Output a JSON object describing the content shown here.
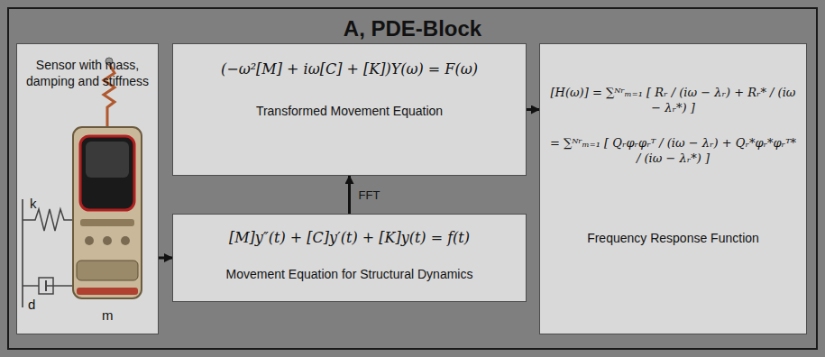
{
  "diagram": {
    "nodes": [
      {
        "text": [
          "A, PDE-Block"
        ]
      },
      {
        "text": [
          "Sensor with mass, damping and stiffness"
        ],
        "in": 0
      },
      {
        "text": [
          "(−ω²[M] + iω[C] + [K])Y(ω) = F(ω)",
          "Transformed Movement Equation"
        ],
        "in": 0
      },
      {
        "text": [
          "[M]y″(t) + [C]y′(t) + [K]y(t) = f(t)",
          "Movement Equation for Structural Dynamics"
        ],
        "in": 0
      },
      {
        "text": [
          "[H(ω)] = ∑ᴺʳₘ₌₁ [ Rᵣ / (iω − λᵣ) + Rᵣ* / (iω − λᵣ*) ]",
          "= ∑ᴺʳₘ₌₁ [ Qᵣφᵣφᵣᵀ / (iω − λᵣ) + Qᵣ*φᵣ*φᵣᵀ* / (iω − λᵣ*) ]",
          "Frequency Response Function"
        ],
        "in": 0
      }
    ],
    "edges": [
      {
        "from": 1,
        "to": 3,
        "arrow": "to"
      },
      {
        "from": 3,
        "to": 2,
        "label": "FFT",
        "arrow": "to"
      },
      {
        "from": 2,
        "to": 4,
        "arrow": "to"
      }
    ],
    "labels": [
      "k",
      "d",
      "m"
    ]
  }
}
